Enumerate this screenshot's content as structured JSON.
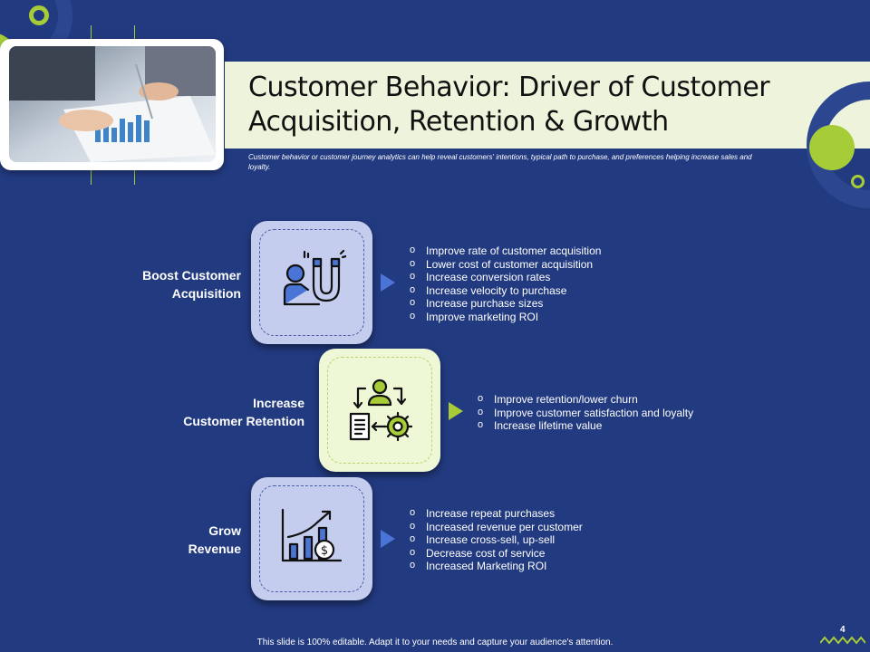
{
  "title": "Customer Behavior: Driver of Customer Acquisition, Retention & Growth",
  "subtitle": "Customer behavior or customer journey analytics can help reveal customers' intentions, typical path to purchase, and preferences helping increase sales and loyalty.",
  "rows": [
    {
      "label_line1": "Boost Customer",
      "label_line2": "Acquisition",
      "icon": "magnet-person-icon",
      "bullets": [
        "Improve rate of customer acquisition",
        "Lower cost of customer acquisition",
        "Increase conversion rates",
        "Increase velocity to purchase",
        "Increase purchase sizes",
        "Improve marketing ROI"
      ]
    },
    {
      "label_line1": "Increase",
      "label_line2": "Customer Retention",
      "icon": "customer-gear-cycle-icon",
      "bullets": [
        "Improve retention/lower churn",
        "Improve customer satisfaction and loyalty",
        "Increase lifetime value"
      ]
    },
    {
      "label_line1": "Grow",
      "label_line2": "Revenue",
      "icon": "revenue-growth-chart-icon",
      "bullets": [
        "Increase repeat purchases",
        "Increased revenue per customer",
        "Increase cross-sell, up-sell",
        "Decrease cost of service",
        "Increased Marketing ROI"
      ]
    }
  ],
  "footer": "This slide is 100% editable. Adapt it to your needs and capture your audience's attention.",
  "page_number": "4",
  "colors": {
    "background": "#223a80",
    "accent_green": "#a6cd37",
    "accent_blue": "#4a74d6",
    "title_bar": "#eef4dc"
  }
}
